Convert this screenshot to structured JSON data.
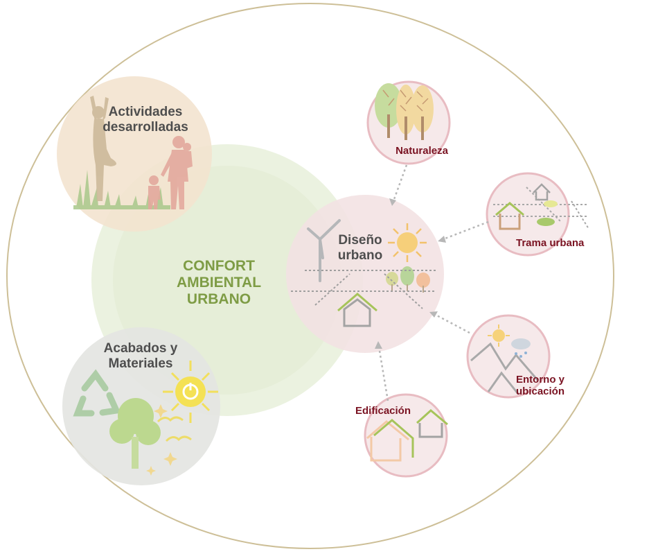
{
  "center": {
    "line1": "CONFORT",
    "line2": "AMBIENTAL",
    "line3": "URBANO"
  },
  "actividades": {
    "line1": "Actividades",
    "line2": "desarrolladas"
  },
  "acabados": {
    "line1": "Acabados y",
    "line2": "Materiales"
  },
  "diseno": {
    "line1": "Diseño",
    "line2": "urbano"
  },
  "naturaleza": {
    "label": "Naturaleza"
  },
  "trama": {
    "label": "Trama urbana"
  },
  "entorno": {
    "line1": "Entorno y",
    "line2": "ubicación"
  },
  "edificacion": {
    "label": "Edificación"
  },
  "colors": {
    "outer_ring": "#cdbf97",
    "green": "#7e9c45",
    "maroon": "#7a1322",
    "sat_fill": "#f6e9ea",
    "sat_stroke": "#e8bcc2"
  }
}
